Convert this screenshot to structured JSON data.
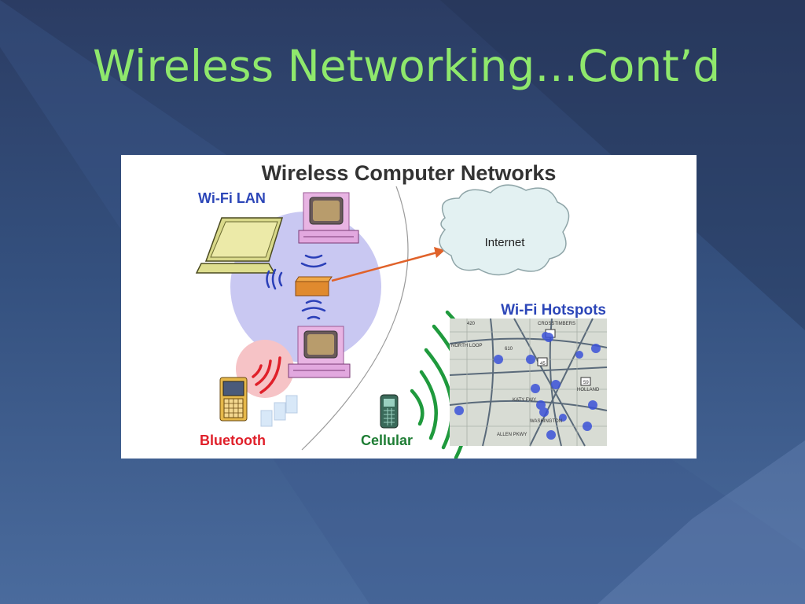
{
  "slide": {
    "title": "Wireless Networking…Cont’d",
    "title_color": "#8fe86c"
  },
  "figure": {
    "heading": "Wireless Computer Networks",
    "labels": {
      "wifi_lan": "Wi-Fi LAN",
      "internet": "Internet",
      "wifi_hotspots": "Wi-Fi Hotspots",
      "bluetooth": "Bluetooth",
      "cellular": "Cellular"
    },
    "colors": {
      "wifi_lan": "#2c46b8",
      "bluetooth": "#e0202a",
      "cellular": "#1e7d34",
      "hotspots": "#2c46b8",
      "lan_circle": "#c9c8f2",
      "bluetooth_circle": "#f6c3c6",
      "cloud": "#e3f1f2",
      "arrow": "#e0622a",
      "router": "#e08a2e",
      "pc_stand": "#e2a8df",
      "signal_blue": "#2a3fb8",
      "signal_red": "#e0202a",
      "signal_green": "#1f9a3d"
    },
    "icons": [
      "laptop-icon",
      "desktop-pc-icon",
      "router-icon",
      "cloud-icon",
      "pda-icon",
      "cell-phone-icon",
      "city-map-icon",
      "signal-waves-icon"
    ],
    "map_street_labels": [
      "CROSSTIMBERS",
      "NORTH LOOP",
      "610",
      "45",
      "59",
      "KATY FWY",
      "ALLEN PKWY",
      "WASHINGTON",
      "HOLLAND",
      "420"
    ]
  }
}
